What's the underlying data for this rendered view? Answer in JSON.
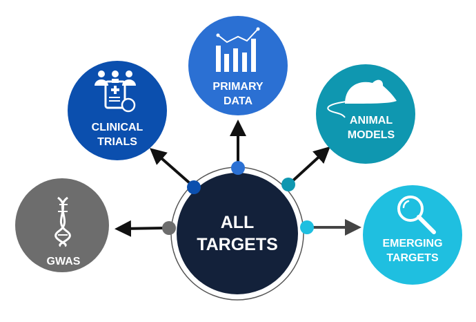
{
  "center": {
    "line1": "ALL",
    "line2": "TARGETS",
    "color": "#13213a"
  },
  "nodes": {
    "gwas": {
      "line1": "GWAS",
      "color": "#6d6d6d",
      "icon": "dna-icon"
    },
    "clinical": {
      "line1": "CLINICAL",
      "line2": "TRIALS",
      "color": "#0b4fae",
      "icon": "clinical-clipboard-icon"
    },
    "primary": {
      "line1": "PRIMARY",
      "line2": "DATA",
      "color": "#2b70d3",
      "icon": "bar-chart-icon"
    },
    "animal": {
      "line1": "ANIMAL",
      "line2": "MODELS",
      "color": "#0f97b0",
      "icon": "mouse-icon"
    },
    "emerging": {
      "line1": "EMERGING",
      "line2": "TARGETS",
      "color": "#1fbfe0",
      "icon": "magnifier-icon"
    }
  }
}
